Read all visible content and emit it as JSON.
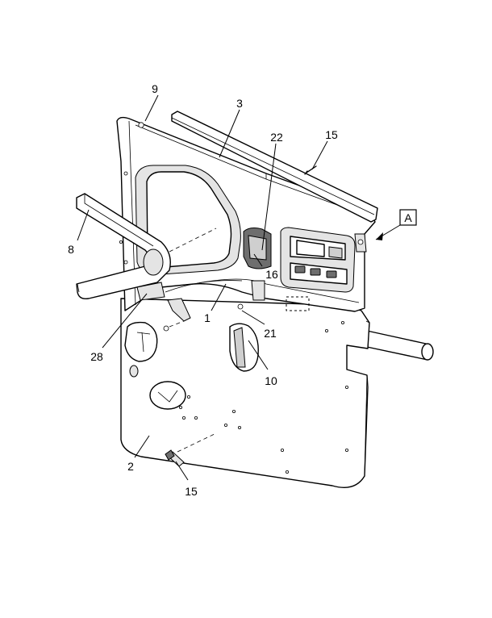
{
  "callouts": {
    "c1": "1",
    "c2": "2",
    "c3": "3",
    "c8": "8",
    "c9": "9",
    "c10": "10",
    "c15_top": "15",
    "c15_bottom": "15",
    "c16": "16",
    "c21": "21",
    "c22": "22",
    "c28": "28"
  },
  "view_flag": "A"
}
